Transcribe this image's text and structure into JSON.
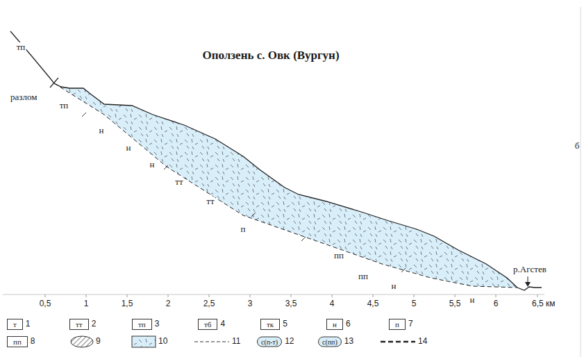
{
  "diagram": {
    "title": "Оползень с. Овк (Вургун)",
    "labels": [
      "тп",
      "разлом",
      "тп",
      "н",
      "н",
      "н",
      "тт",
      "тт",
      "п",
      "пп",
      "пп",
      "н",
      "н",
      "р.Агстев",
      "б",
      "0,5",
      "1",
      "1,5",
      "2",
      "2,5",
      "3",
      "3,5",
      "4",
      "4,5",
      "5",
      "5,5",
      "6",
      "6,5 км",
      "т",
      "тт",
      "тп",
      "тб",
      "тк",
      "н",
      "п",
      "пп",
      "с(п-т)",
      "с(пп)"
    ],
    "legend": [
      {
        "text": "1"
      },
      {
        "text": "2"
      },
      {
        "text": "3"
      },
      {
        "text": "4"
      },
      {
        "text": "5"
      },
      {
        "text": "6"
      },
      {
        "text": "7"
      },
      {
        "text": "8"
      },
      {
        "text": "9"
      },
      {
        "text": "10"
      },
      {
        "text": "11"
      },
      {
        "text": "12"
      },
      {
        "text": "13"
      },
      {
        "text": "14"
      }
    ]
  }
}
